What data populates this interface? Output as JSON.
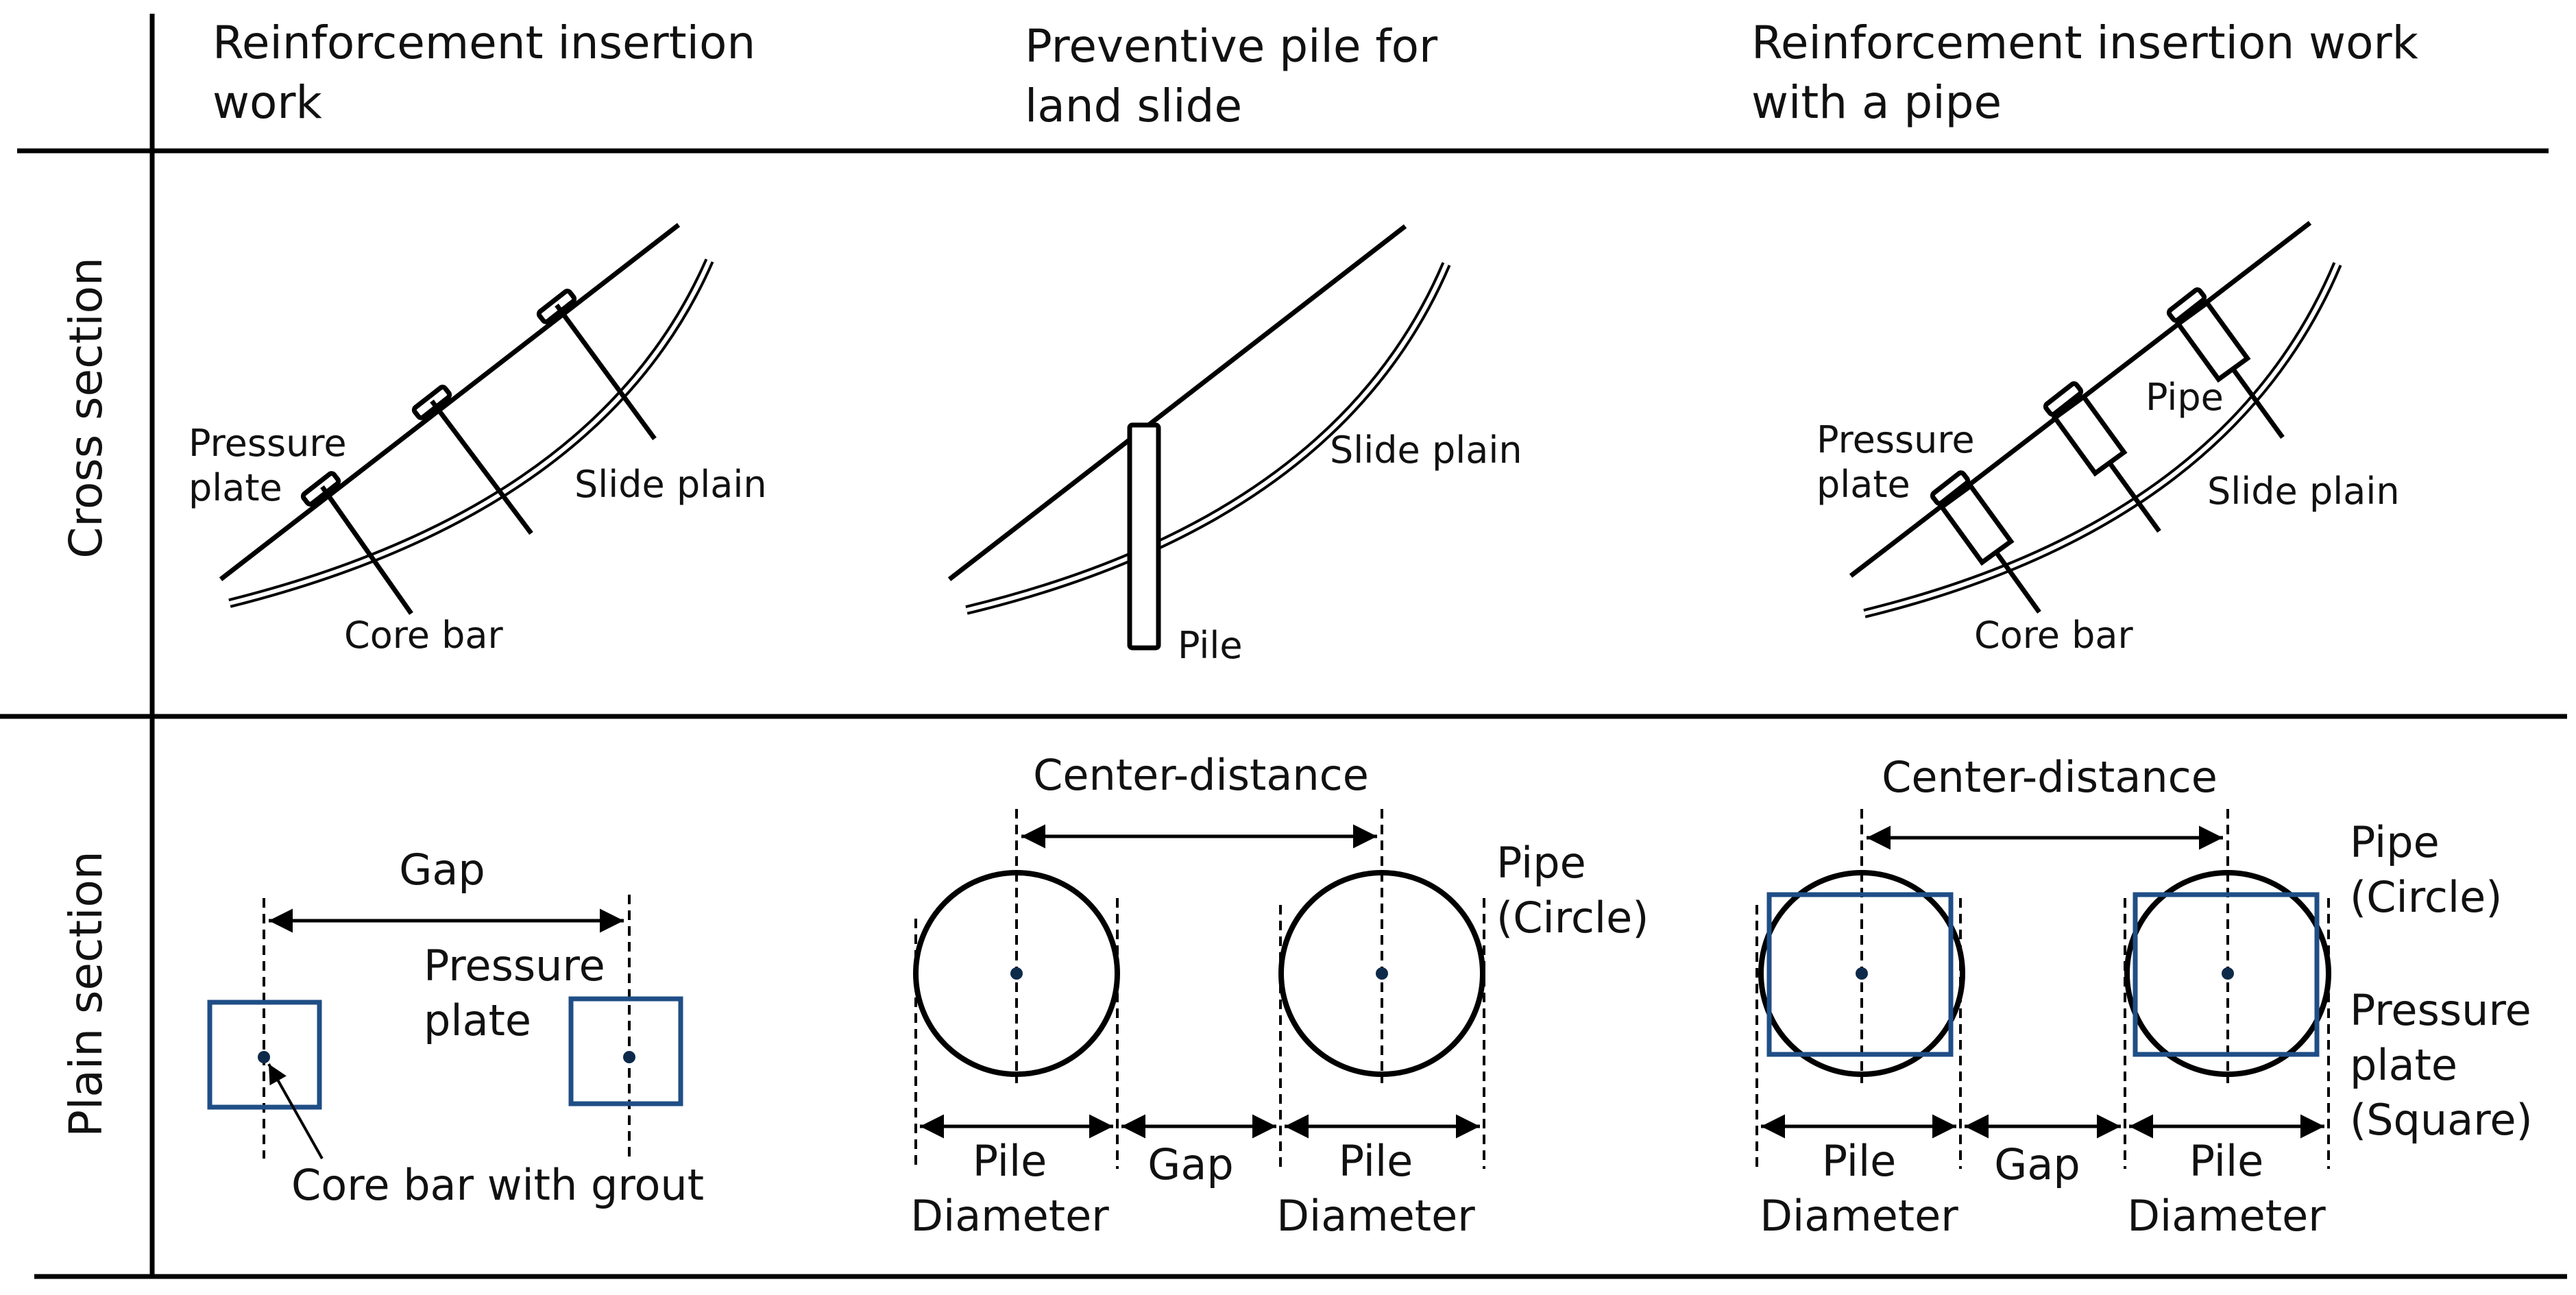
{
  "colors": {
    "line": "#000000",
    "square": "#1f4e86",
    "text": "#111111"
  },
  "headers": {
    "col1": [
      "Reinforcement insertion",
      "work"
    ],
    "col2": [
      "Preventive pile for",
      "land slide"
    ],
    "col3": [
      "Reinforcement insertion work",
      "with a pipe"
    ]
  },
  "rows": {
    "cross": "Cross section",
    "plain": "Plain section"
  },
  "cross_section": {
    "col1": {
      "pressure_plate": [
        "Pressure",
        "plate"
      ],
      "slide_plain": "Slide plain",
      "core_bar": "Core bar"
    },
    "col2": {
      "slide_plain": "Slide plain",
      "pile": "Pile"
    },
    "col3": {
      "pipe": "Pipe",
      "pressure_plate": [
        "Pressure",
        "plate"
      ],
      "slide_plain": "Slide plain",
      "core_bar": "Core bar"
    }
  },
  "plain_section": {
    "col1": {
      "gap": "Gap",
      "pressure_plate": [
        "Pressure",
        "plate"
      ],
      "core_bar_grout": "Core bar with grout"
    },
    "col2": {
      "center_distance": "Center-distance",
      "pipe": [
        "Pipe",
        "(Circle)"
      ],
      "pile_diameter_left": [
        "Pile",
        "Diameter"
      ],
      "gap": "Gap",
      "pile_diameter_right": [
        "Pile",
        "Diameter"
      ]
    },
    "col3": {
      "center_distance": "Center-distance",
      "pipe": [
        "Pipe",
        "(Circle)"
      ],
      "pressure_plate": [
        "Pressure",
        "plate",
        "(Square)"
      ],
      "pile_diameter_left": [
        "Pile",
        "Diameter"
      ],
      "gap": "Gap",
      "pile_diameter_right": [
        "Pile",
        "Diameter"
      ]
    }
  }
}
